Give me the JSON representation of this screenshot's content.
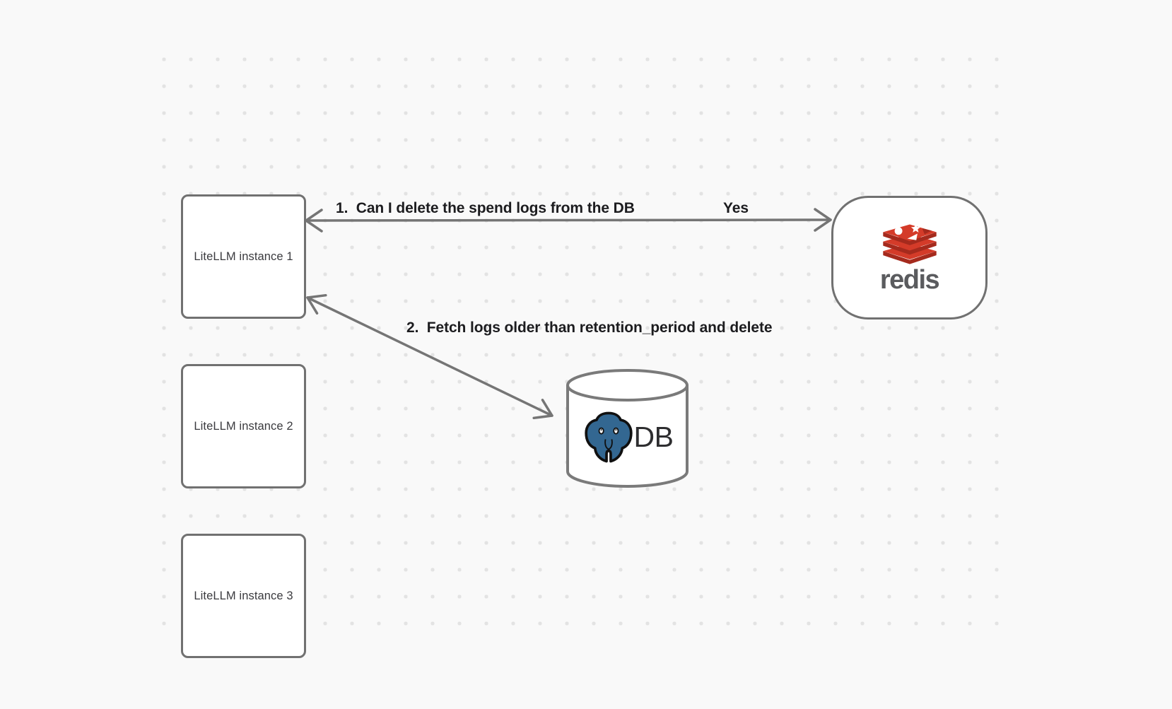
{
  "nodes": {
    "instances": [
      {
        "label": "LiteLLM instance 1"
      },
      {
        "label": "LiteLLM instance 2"
      },
      {
        "label": "LiteLLM instance 3"
      }
    ],
    "redis": {
      "wordmark": "redis"
    },
    "db": {
      "label": "DB"
    }
  },
  "arrows": [
    {
      "label": "1.  Can I delete the spend logs from the DB",
      "response": "Yes",
      "from": "LiteLLM instance 1",
      "to": "redis",
      "heads": "both-ends"
    },
    {
      "label": "2.  Fetch logs older than retention_period and delete",
      "from": "LiteLLM instance 1",
      "to": "DB",
      "heads": "both-ends"
    }
  ],
  "colors": {
    "background": "#f9f9f9",
    "grid_dot": "#e3e3e3",
    "node_stroke": "#717171",
    "arrow_stroke": "#757575",
    "node_fill": "#ffffff",
    "label_text": "#1c1c1f",
    "node_label_text": "#3a3a3e",
    "redis_red": "#d43b29",
    "redis_dark_red": "#a52a1d",
    "redis_wordmark_gray": "#5a5b5e",
    "postgres_blue": "#336791",
    "db_text": "#2e2e30"
  }
}
